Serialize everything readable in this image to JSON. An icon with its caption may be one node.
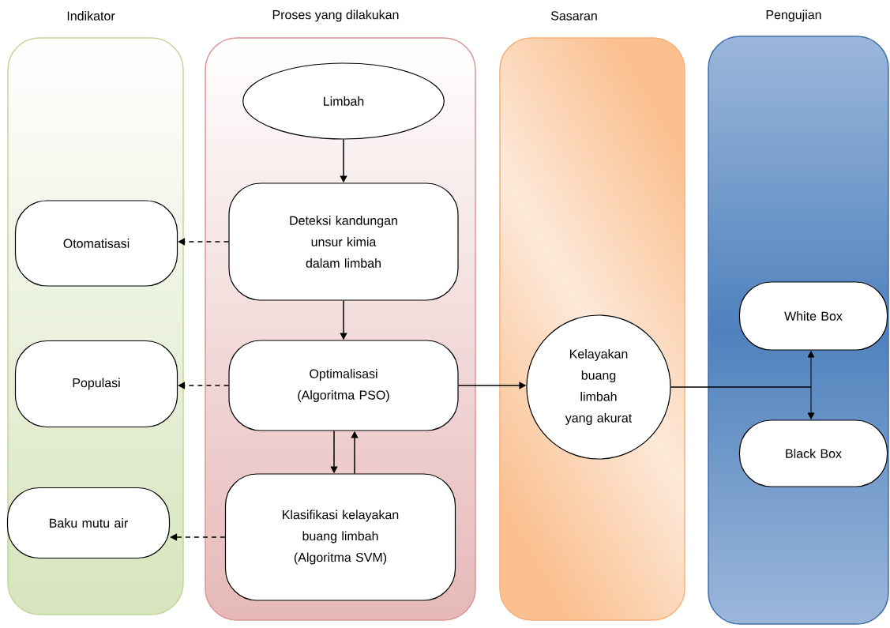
{
  "diagram": {
    "nodes": [
      {
        "text": [
          "Indikator"
        ]
      },
      {
        "text": [
          "Otomatisasi"
        ],
        "in": 0
      },
      {
        "text": [
          "Populasi"
        ],
        "in": 0
      },
      {
        "text": [
          "Baku mutu air"
        ],
        "in": 0
      },
      {
        "text": [
          "Proses yang dilakukan"
        ]
      },
      {
        "text": [
          "Limbah"
        ],
        "in": 4
      },
      {
        "text": [
          "Deteksi kandungan unsur kimia dalam limbah"
        ],
        "in": 4
      },
      {
        "text": [
          "Optimalisasi (Algoritma PSO)"
        ],
        "in": 4
      },
      {
        "text": [
          "Klasifikasi kelayakan buang limbah (Algoritma SVM)"
        ],
        "in": 4
      },
      {
        "text": [
          "Sasaran"
        ]
      },
      {
        "text": [
          "Kelayakan buang limbah yang akurat"
        ],
        "in": 9
      },
      {
        "text": [
          "Pengujian"
        ]
      },
      {
        "text": [
          "White Box"
        ],
        "in": 11
      },
      {
        "text": [
          "Black Box"
        ],
        "in": 11
      }
    ],
    "edges": [
      {
        "from": 5,
        "to": 6,
        "arrow": "to"
      },
      {
        "from": 6,
        "to": 1,
        "arrow": "to",
        "style": "dashed"
      },
      {
        "from": 6,
        "to": 7,
        "arrow": "to"
      },
      {
        "from": 7,
        "to": 2,
        "arrow": "to",
        "style": "dashed"
      },
      {
        "from": 7,
        "to": 8,
        "arrow": "to"
      },
      {
        "from": 8,
        "to": 7,
        "arrow": "to"
      },
      {
        "from": 8,
        "to": 3,
        "arrow": "to",
        "style": "dashed"
      },
      {
        "from": 7,
        "to": 10,
        "arrow": "to"
      },
      {
        "from": 10,
        "to": 12,
        "arrow": "to"
      },
      {
        "from": 10,
        "to": 13,
        "arrow": "to"
      }
    ]
  }
}
